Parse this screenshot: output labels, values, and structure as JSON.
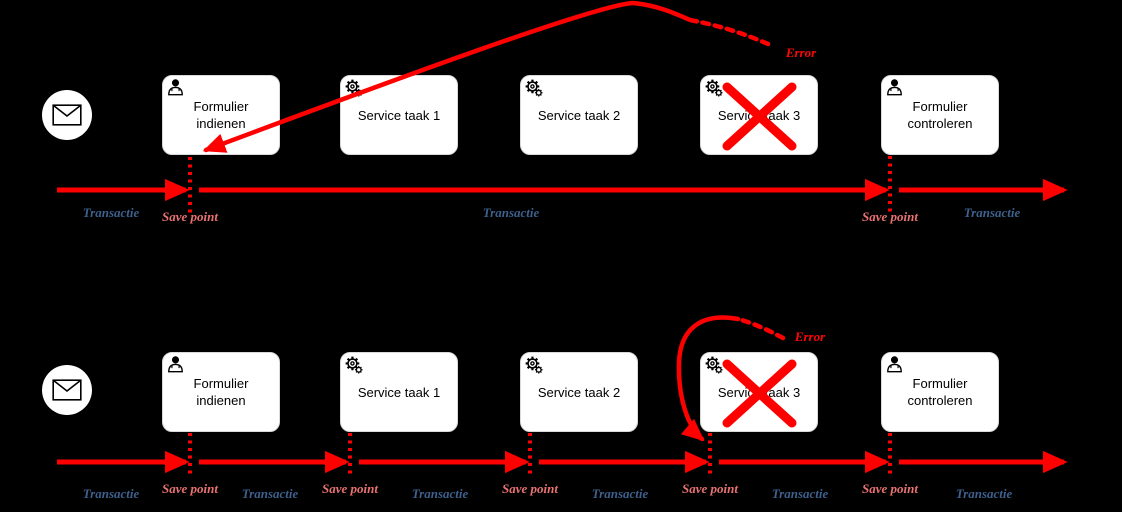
{
  "colors": {
    "background": "#000000",
    "flow_red": "#ff0000",
    "transactie_text": "#3e608d",
    "savepoint_text": "#ea7272",
    "error_text": "#ff0606",
    "task_fill": "#ffffff",
    "task_text": "#000000"
  },
  "rows": [
    {
      "id": "top",
      "start_event_icon": "envelope-icon",
      "tasks": [
        {
          "label": "Formulier indienen",
          "icon": "user-icon",
          "crossed_out": false
        },
        {
          "label": "Service taak 1",
          "icon": "service-gear-icon",
          "crossed_out": false
        },
        {
          "label": "Service taak 2",
          "icon": "service-gear-icon",
          "crossed_out": false
        },
        {
          "label": "Service taak 3",
          "icon": "service-gear-icon",
          "crossed_out": true
        },
        {
          "label": "Formulier controleren",
          "icon": "user-icon",
          "crossed_out": false
        }
      ],
      "transactie_labels": [
        "Transactie",
        "Transactie",
        "Transactie"
      ],
      "save_point_labels": [
        "Save point",
        "Save point"
      ],
      "error_label": "Error"
    },
    {
      "id": "bottom",
      "start_event_icon": "envelope-icon",
      "tasks": [
        {
          "label": "Formulier indienen",
          "icon": "user-icon",
          "crossed_out": false
        },
        {
          "label": "Service taak 1",
          "icon": "service-gear-icon",
          "crossed_out": false
        },
        {
          "label": "Service taak 2",
          "icon": "service-gear-icon",
          "crossed_out": false
        },
        {
          "label": "Service taak 3",
          "icon": "service-gear-icon",
          "crossed_out": true
        },
        {
          "label": "Formulier controleren",
          "icon": "user-icon",
          "crossed_out": false
        }
      ],
      "transactie_labels": [
        "Transactie",
        "Transactie",
        "Transactie",
        "Transactie",
        "Transactie",
        "Transactie"
      ],
      "save_point_labels": [
        "Save point",
        "Save point",
        "Save point",
        "Save point",
        "Save point"
      ],
      "error_label": "Error"
    }
  ]
}
